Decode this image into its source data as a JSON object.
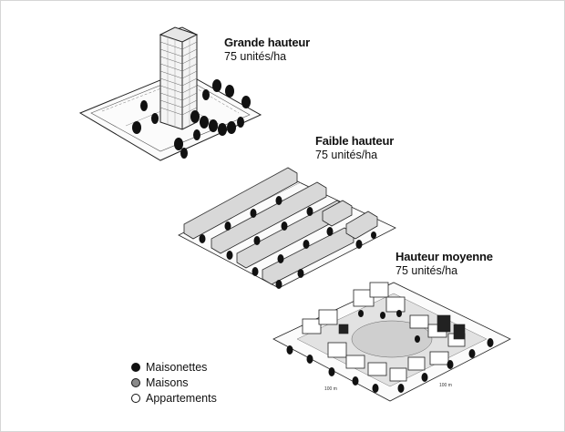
{
  "sections": {
    "high": {
      "title": "Grande hauteur",
      "density": "75 unités/ha"
    },
    "low": {
      "title": "Faible hauteur",
      "density": "75 unités/ha"
    },
    "medium": {
      "title": "Hauteur moyenne",
      "density": "75 unités/ha"
    }
  },
  "legend": [
    {
      "label": "Maisonettes",
      "color": "#111111"
    },
    {
      "label": "Maisons",
      "color": "#8a8a8a"
    },
    {
      "label": "Appartements",
      "color": "#ffffff"
    }
  ],
  "dimensions": {
    "width_label": "100 m",
    "depth_label": "100 m"
  }
}
